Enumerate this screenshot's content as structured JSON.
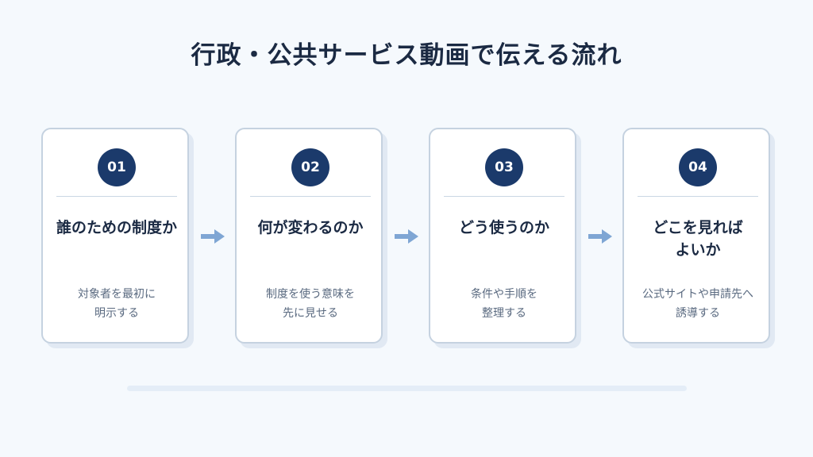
{
  "title": "行政・公共サービス動画で伝える流れ",
  "colors": {
    "background": "#f5f9fd",
    "badge": "#1b3a6b",
    "arrow": "#7fa6d4",
    "card_border": "#c5d2e0",
    "title_text": "#1b2a43"
  },
  "steps": [
    {
      "number": "01",
      "heading": "誰のための制度か",
      "description": "対象者を最初に\n明示する"
    },
    {
      "number": "02",
      "heading": "何が変わるのか",
      "description": "制度を使う意味を\n先に見せる"
    },
    {
      "number": "03",
      "heading": "どう使うのか",
      "description": "条件や手順を\n整理する"
    },
    {
      "number": "04",
      "heading": "どこを見れば\nよいか",
      "description": "公式サイトや申請先へ\n誘導する"
    }
  ],
  "arrow_icon": "arrow-right-icon"
}
